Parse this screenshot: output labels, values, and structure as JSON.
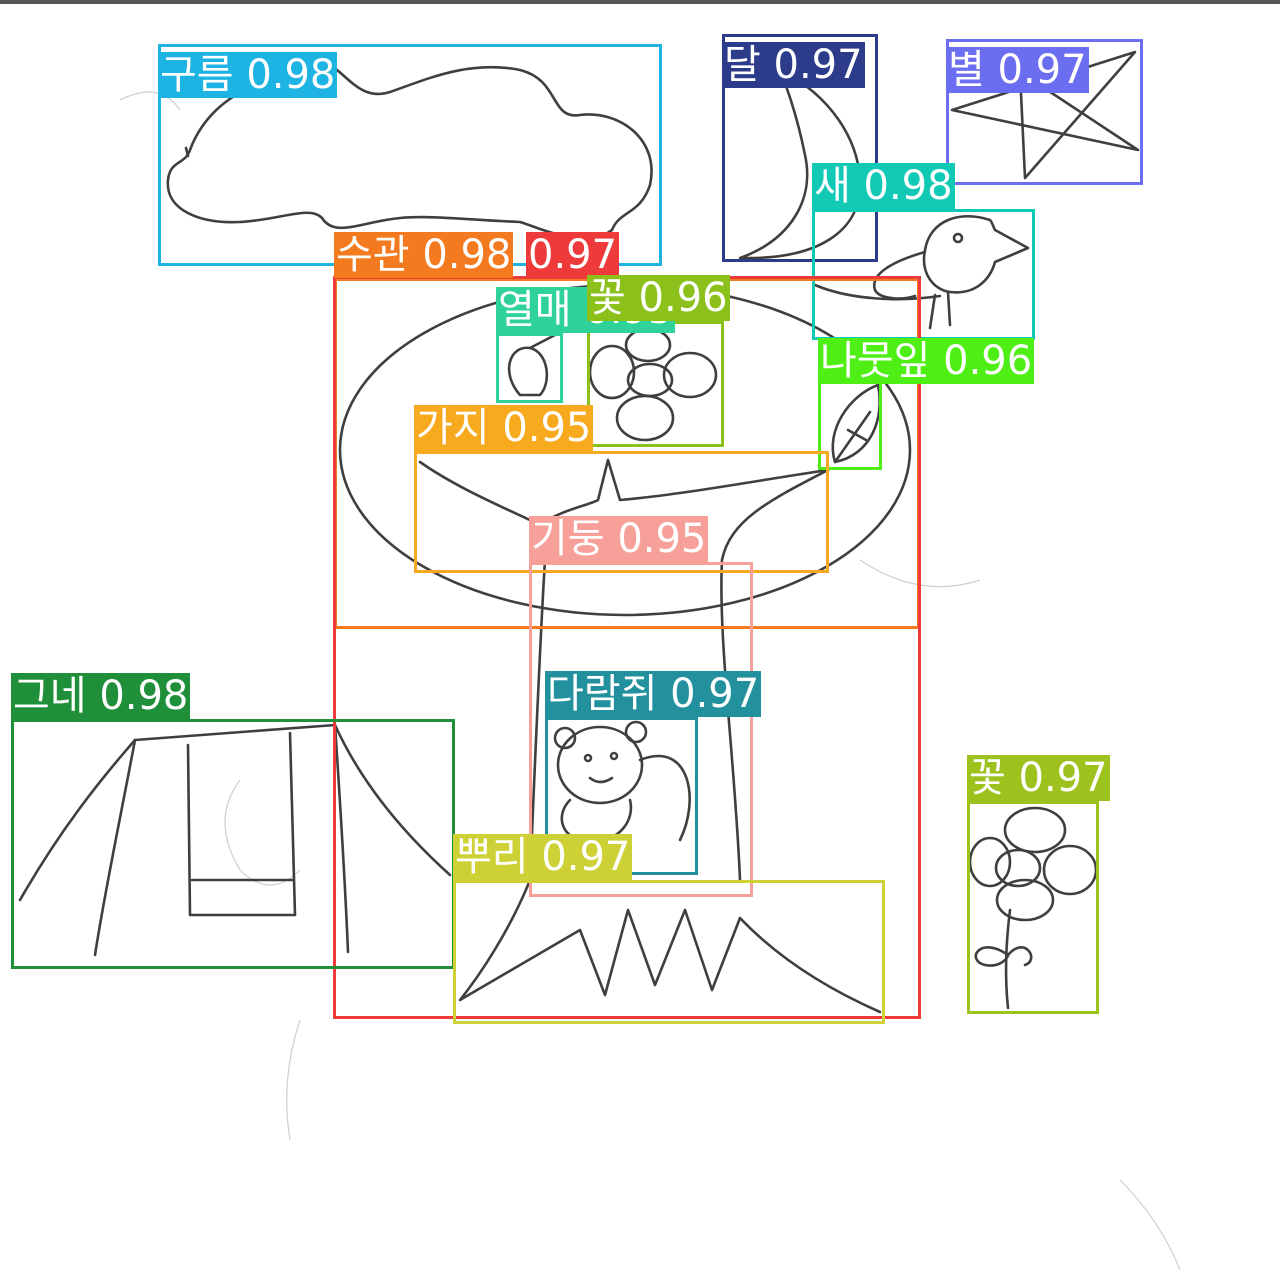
{
  "detections": [
    {
      "id": "cloud",
      "label": "구름 0.98",
      "color": "#1db4e4"
    },
    {
      "id": "moon",
      "label": "달 0.97",
      "color": "#2c3b8a"
    },
    {
      "id": "star",
      "label": "별 0.97",
      "color": "#6b6ef0"
    },
    {
      "id": "bird",
      "label": "새 0.98",
      "color": "#12c9b6"
    },
    {
      "id": "crown",
      "label": "수관 0.98",
      "color": "#f47a1f"
    },
    {
      "id": "tree",
      "label": "0.97",
      "color": "#ee3a3a"
    },
    {
      "id": "fruit",
      "label": "열매 0.95",
      "color": "#2fd29a"
    },
    {
      "id": "flower-top",
      "label": "꽃 0.96",
      "color": "#8cc11c"
    },
    {
      "id": "leaf",
      "label": "나뭇잎 0.96",
      "color": "#4fef16"
    },
    {
      "id": "branch",
      "label": "가지 0.95",
      "color": "#f7aa1e"
    },
    {
      "id": "trunk",
      "label": "기둥 0.95",
      "color": "#f7a09a"
    },
    {
      "id": "swing",
      "label": "그네 0.98",
      "color": "#1f8f3a"
    },
    {
      "id": "squirrel",
      "label": "다람쥐 0.97",
      "color": "#23909e"
    },
    {
      "id": "root",
      "label": "뿌리 0.97",
      "color": "#cdd136"
    },
    {
      "id": "flower-right",
      "label": "꽃 0.97",
      "color": "#9dc21e"
    }
  ]
}
